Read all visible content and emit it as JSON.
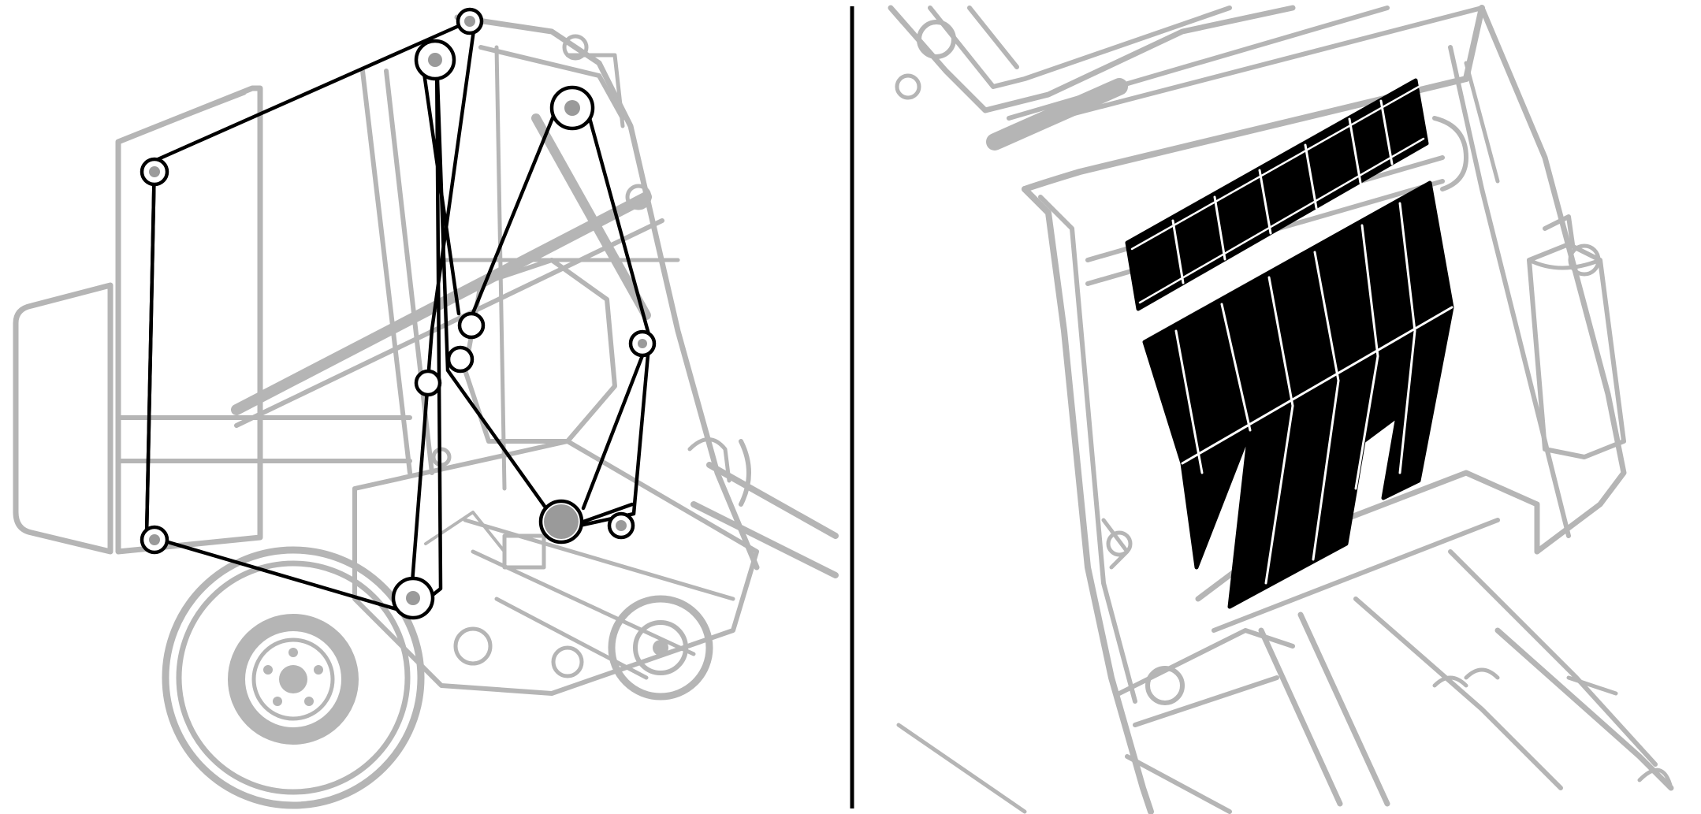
{
  "colors": {
    "background": "#ffffff",
    "line_art": "#b5b5b5",
    "highlight": "#000000",
    "divider": "#000000"
  },
  "figure": {
    "left_view": {
      "subject": "baler-side-view",
      "highlight": "belt-routing"
    },
    "right_view": {
      "subject": "baler-rear-view",
      "highlight": "bale-chamber-belts"
    }
  }
}
